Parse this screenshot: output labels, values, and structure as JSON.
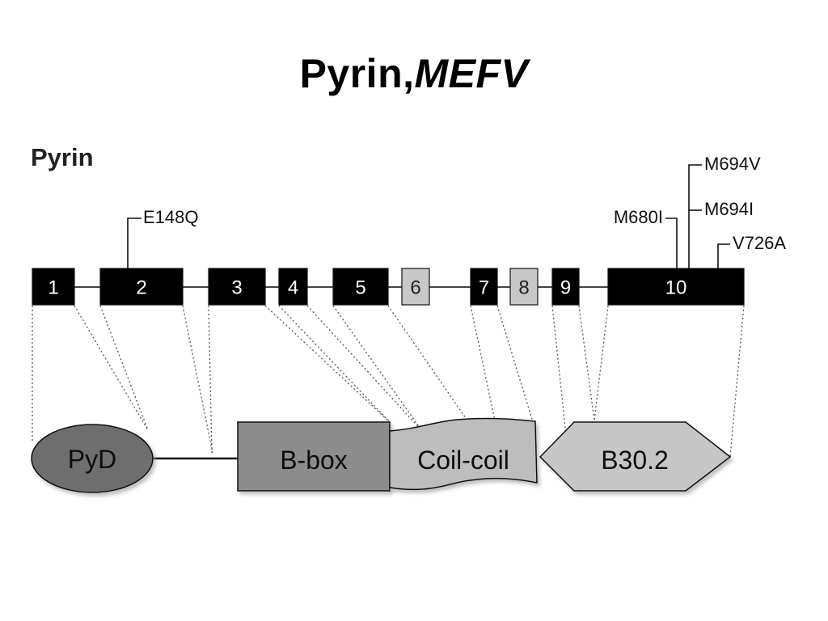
{
  "slide": {
    "title_main": "Pyrin,",
    "title_gene": "MEFV"
  },
  "diagram": {
    "section_label": "Pyrin",
    "exons": [
      {
        "label": "1",
        "style": "dark"
      },
      {
        "label": "2",
        "style": "dark"
      },
      {
        "label": "3",
        "style": "dark"
      },
      {
        "label": "4",
        "style": "dark"
      },
      {
        "label": "5",
        "style": "dark"
      },
      {
        "label": "6",
        "style": "light"
      },
      {
        "label": "7",
        "style": "dark"
      },
      {
        "label": "8",
        "style": "light"
      },
      {
        "label": "9",
        "style": "dark"
      },
      {
        "label": "10",
        "style": "dark"
      }
    ],
    "mutations": [
      "E148Q",
      "M680I",
      "M694V",
      "M694I",
      "V726A"
    ],
    "domains": [
      {
        "label": "PyD"
      },
      {
        "label": "B-box"
      },
      {
        "label": "Coil-coil"
      },
      {
        "label": "B30.2"
      }
    ],
    "colors": {
      "exon_dark": "#000000",
      "exon_light": "#c8c8c8",
      "pyd_fill": "#6e6e6e",
      "bbox_fill": "#8c8c8c",
      "coil_fill": "#bdbdbd",
      "b302_fill": "#c6c6c6"
    }
  }
}
